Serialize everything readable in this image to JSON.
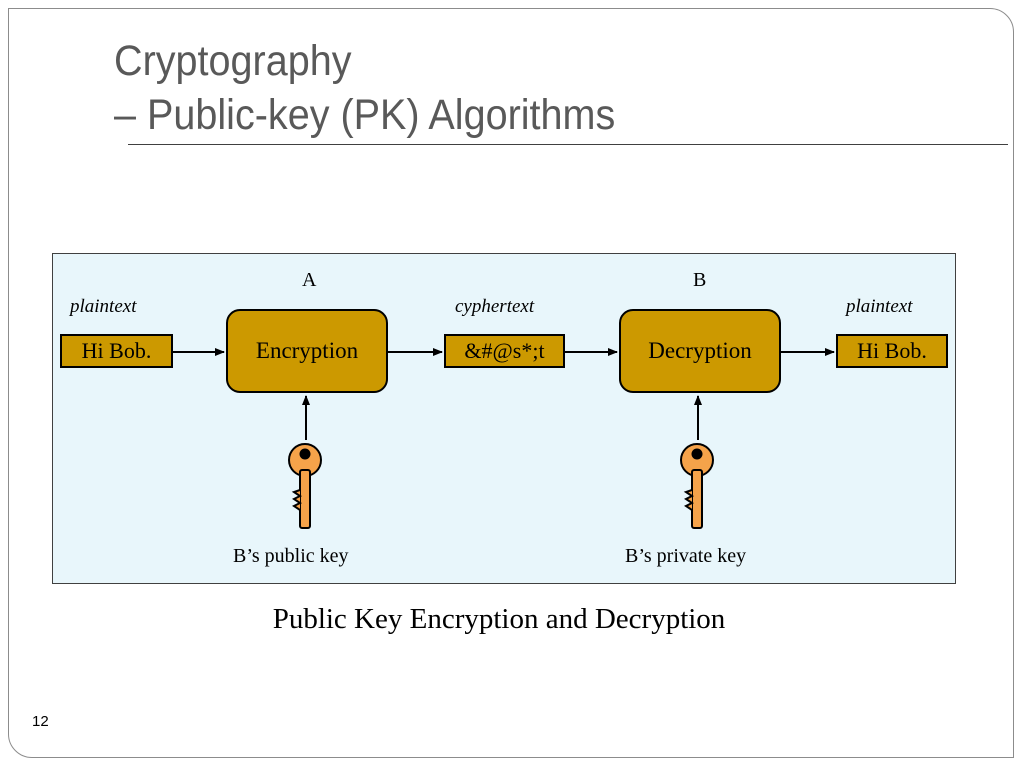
{
  "slide": {
    "title_line1": "Cryptography",
    "title_line2": "– Public-key (PK) Algorithms",
    "page_number": "12"
  },
  "diagram": {
    "party_a": "A",
    "party_b": "B",
    "plaintext_label_left": "plaintext",
    "cyphertext_label": "cyphertext",
    "plaintext_label_right": "plaintext",
    "input_text": "Hi Bob.",
    "encryption_label": "Encryption",
    "ciphertext_value": "&#@s*;t",
    "decryption_label": "Decryption",
    "output_text": "Hi Bob.",
    "public_key_label": "B’s public key",
    "private_key_label": "B’s private key",
    "caption": "Public Key Encryption and Decryption",
    "colors": {
      "box_fill": "#cc9900",
      "key_fill": "#f5a34a",
      "panel_fill": "#e8f6fb"
    }
  }
}
